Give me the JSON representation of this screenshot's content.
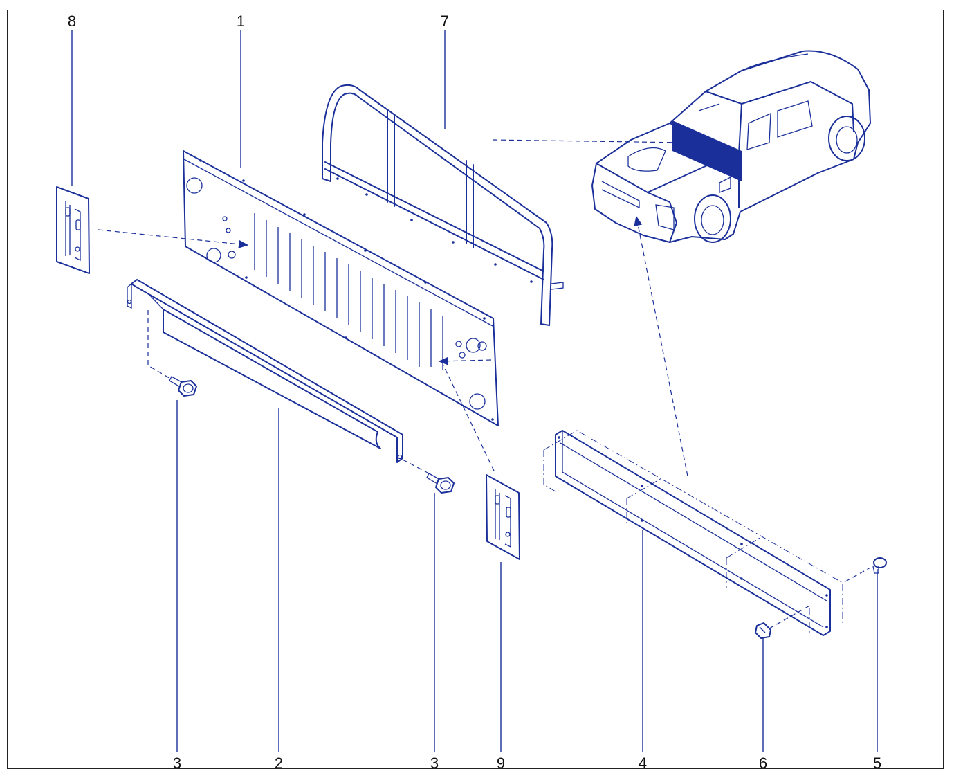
{
  "callouts": {
    "top": [
      "8",
      "1",
      "7"
    ],
    "bottom": [
      "3",
      "2",
      "3",
      "9",
      "4",
      "6",
      "5"
    ]
  },
  "colors": {
    "line": "#1a2f9a",
    "frame": "#222222",
    "text": "#111111"
  },
  "icons": [
    "pickup-truck-icon"
  ]
}
